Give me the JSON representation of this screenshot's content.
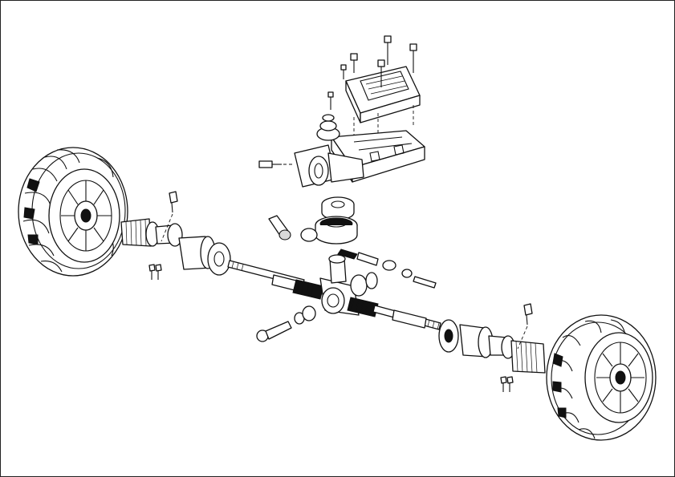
{
  "figure": {
    "type": "exploded-assembly-line-drawing",
    "colors": {
      "line": "#111111",
      "fill": "#ffffff",
      "shade": "#d9d9d9"
    },
    "components": [
      "left-wheel",
      "right-wheel",
      "left-axle-shaft",
      "right-axle-shaft",
      "steering-rack-housing",
      "rack-bellows",
      "mount-plate",
      "mount-cover-plate",
      "pillow-block-bearing",
      "bearing-ring",
      "tie-rod-ends",
      "screws",
      "bolts"
    ]
  }
}
